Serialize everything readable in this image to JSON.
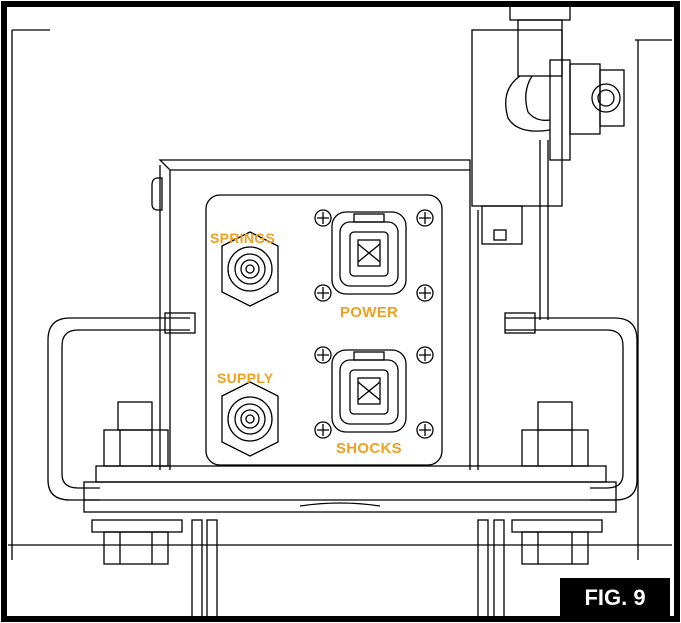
{
  "labels": {
    "springs": "SPRINGS",
    "supply": "SUPPLY",
    "power": "POWER",
    "shocks": "SHOCKS"
  },
  "figure_label": "FIG. 9",
  "colors": {
    "label_text": "#f0a020",
    "line": "#000000",
    "fig_box": "#000000",
    "fig_text": "#ffffff"
  }
}
